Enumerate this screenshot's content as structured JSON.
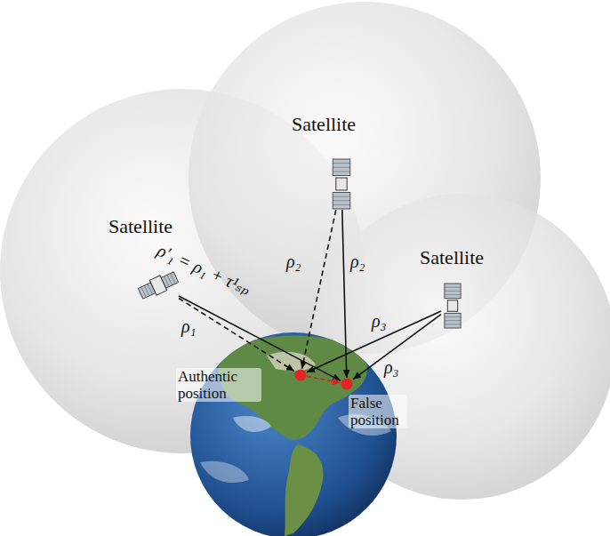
{
  "diagram": {
    "nodes": [
      {
        "text": [
          "Satellite"
        ]
      },
      {
        "text": [
          "Satellite"
        ]
      },
      {
        "text": [
          "Satellite"
        ]
      },
      {
        "text": [
          "Authentic position"
        ]
      },
      {
        "text": [
          "False position"
        ]
      }
    ],
    "edges": [
      {
        "from": 0,
        "to": 4,
        "label": "ρ′₁ = ρ₁ + τ¹ₛₚ",
        "arrow": "to"
      },
      {
        "from": 0,
        "to": 3,
        "label": "ρ₁",
        "arrow": "to"
      },
      {
        "from": 1,
        "to": 3,
        "label": "ρ₂",
        "arrow": "to"
      },
      {
        "from": 1,
        "to": 4,
        "label": "ρ₂",
        "arrow": "to"
      },
      {
        "from": 2,
        "to": 3,
        "label": "ρ₃",
        "arrow": "to"
      },
      {
        "from": 2,
        "to": 4,
        "label": "ρ₃",
        "arrow": "to"
      },
      {
        "from": 3,
        "to": 4,
        "arrow": "to"
      }
    ]
  }
}
